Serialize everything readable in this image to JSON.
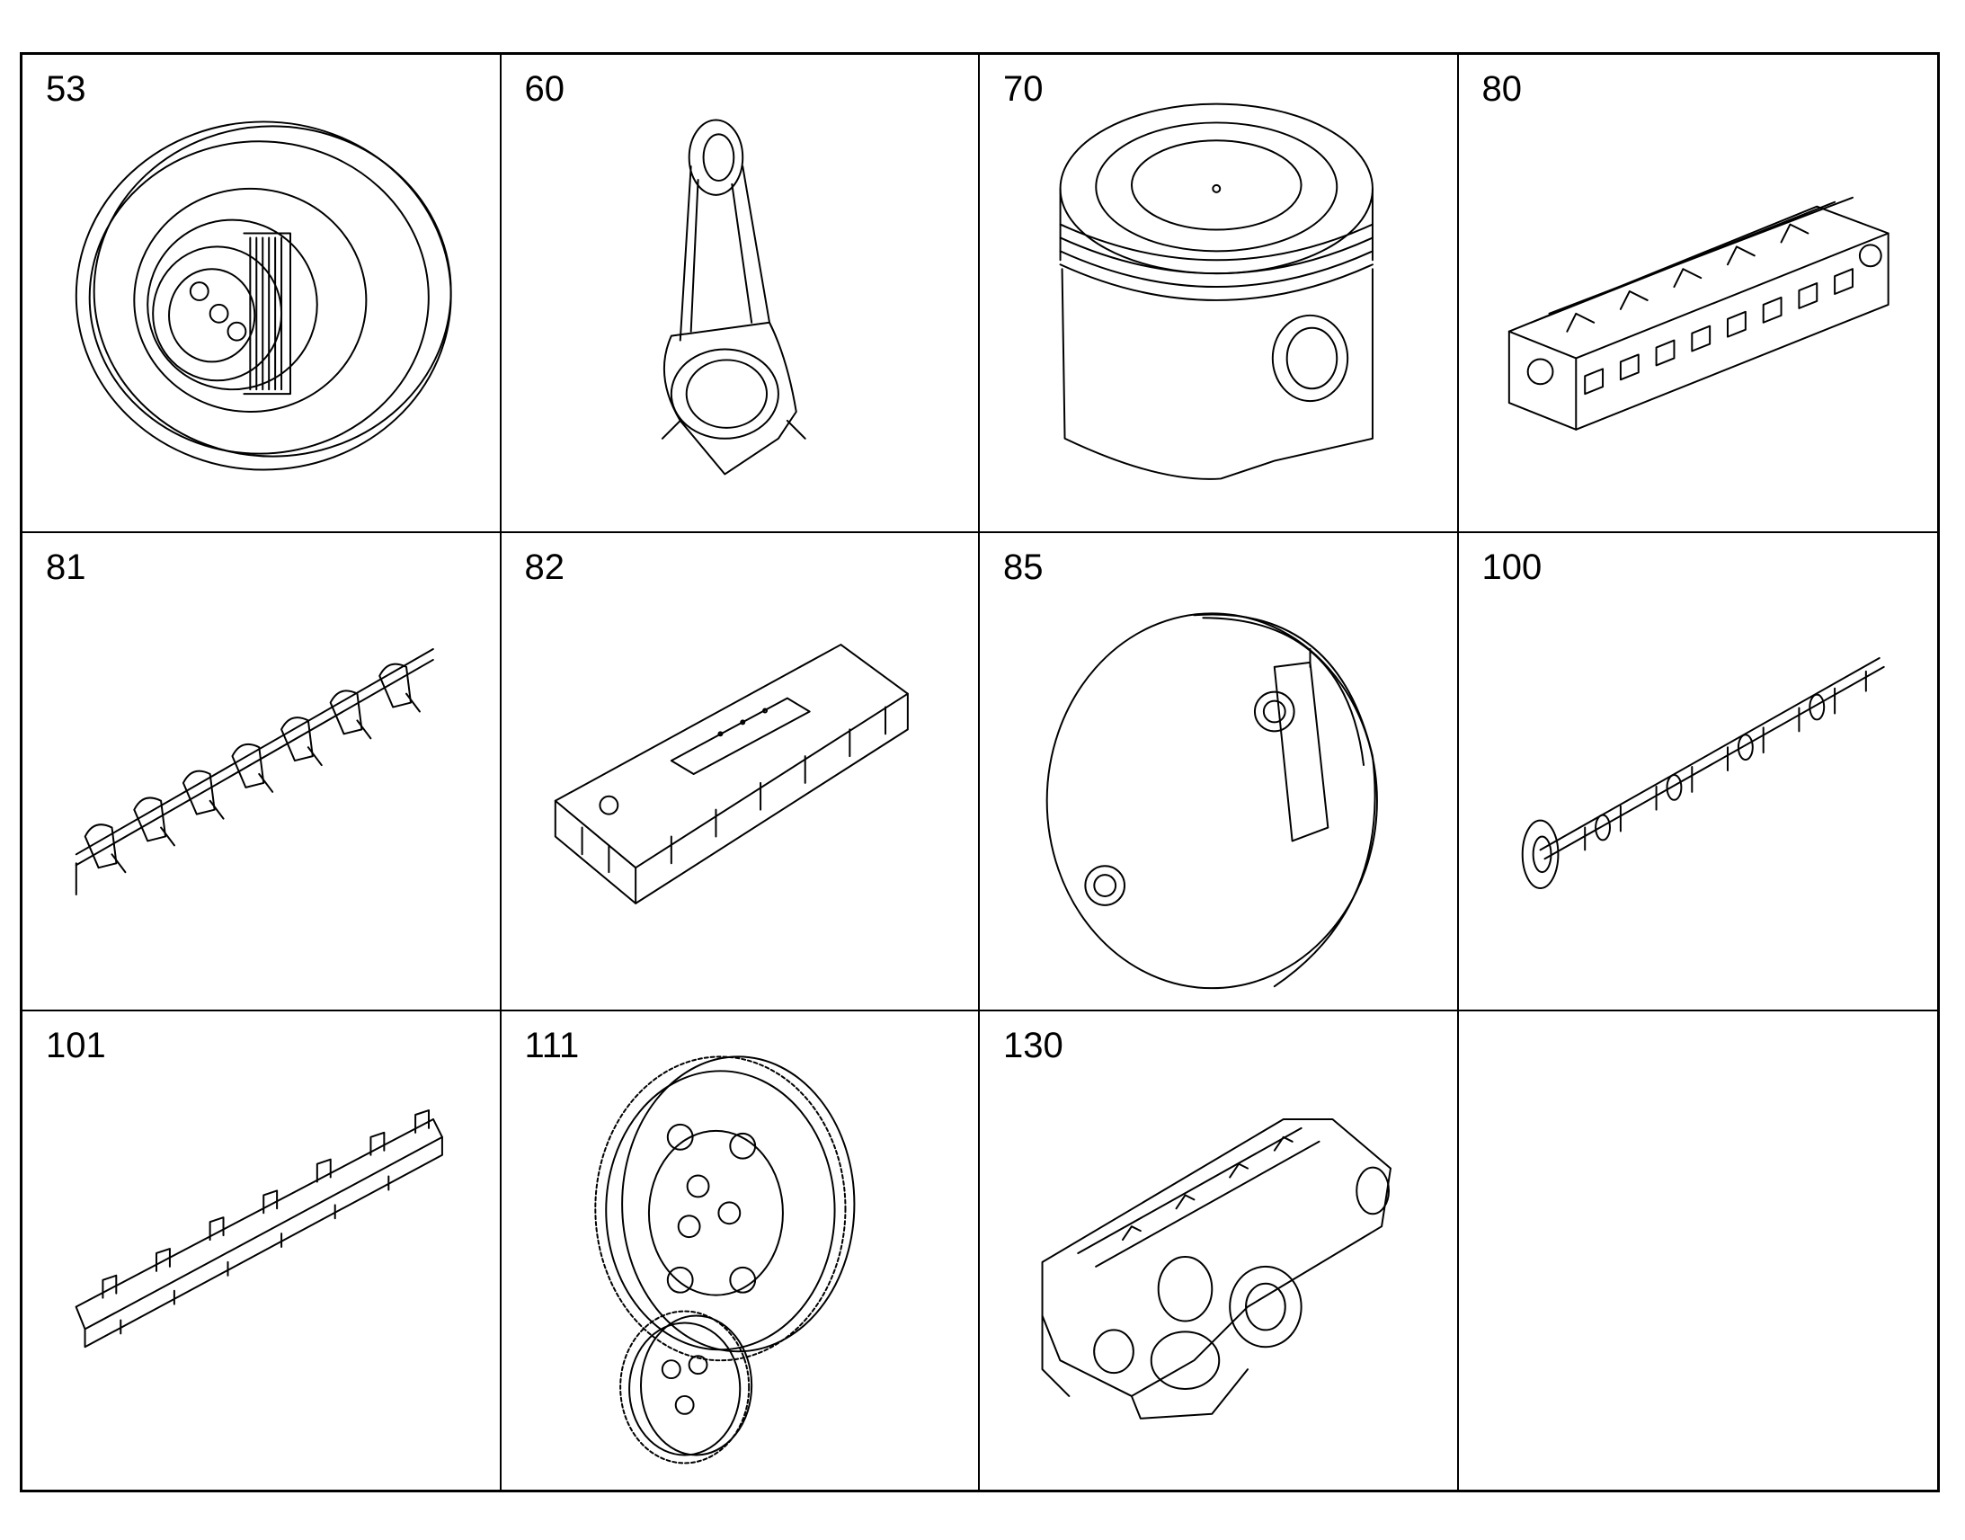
{
  "parts": [
    {
      "number": "53",
      "icon": "crankshaft-damper-pulley-icon"
    },
    {
      "number": "60",
      "icon": "connecting-rod-icon"
    },
    {
      "number": "70",
      "icon": "piston-icon"
    },
    {
      "number": "80",
      "icon": "cylinder-head-icon"
    },
    {
      "number": "81",
      "icon": "rocker-arm-assembly-icon"
    },
    {
      "number": "82",
      "icon": "valve-cover-icon"
    },
    {
      "number": "85",
      "icon": "vibration-damper-icon"
    },
    {
      "number": "100",
      "icon": "camshaft-icon"
    },
    {
      "number": "101",
      "icon": "rocker-shaft-icon"
    },
    {
      "number": "111",
      "icon": "timing-gears-icon"
    },
    {
      "number": "130",
      "icon": "oil-pump-module-icon"
    },
    {
      "number": "",
      "icon": ""
    }
  ]
}
